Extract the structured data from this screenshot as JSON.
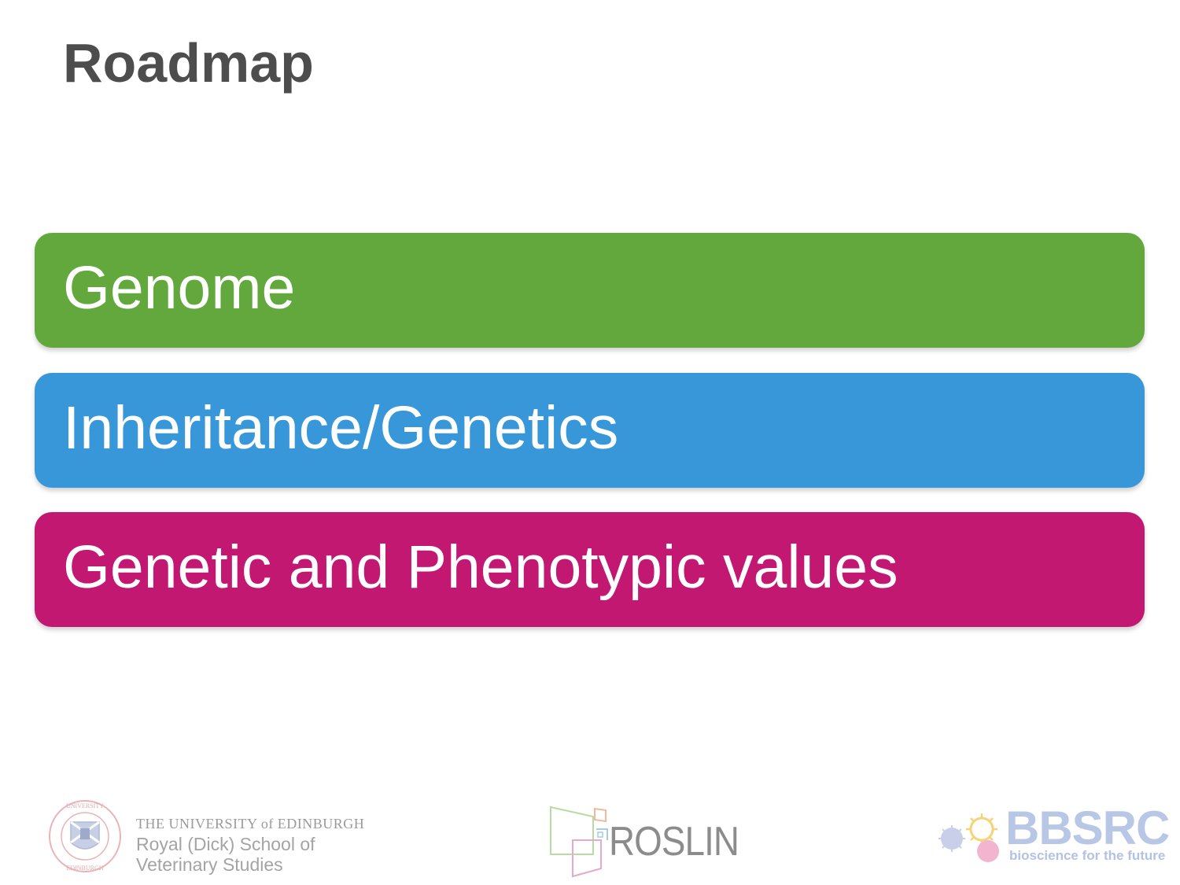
{
  "slide": {
    "title": "Roadmap",
    "items": [
      {
        "label": "Genome",
        "color": "#62a83d"
      },
      {
        "label": "Inheritance/Genetics",
        "color": "#3797d9"
      },
      {
        "label": "Genetic and Phenotypic values",
        "color": "#c21872"
      }
    ]
  },
  "footer": {
    "edinburgh": {
      "line1": "THE UNIVERSITY of EDINBURGH",
      "line2": "Royal (Dick) School of",
      "line3": "Veterinary Studies"
    },
    "roslin": {
      "name": "ROSLIN"
    },
    "bbsrc": {
      "name": "BBSRC",
      "tagline": "bioscience for the future"
    }
  }
}
